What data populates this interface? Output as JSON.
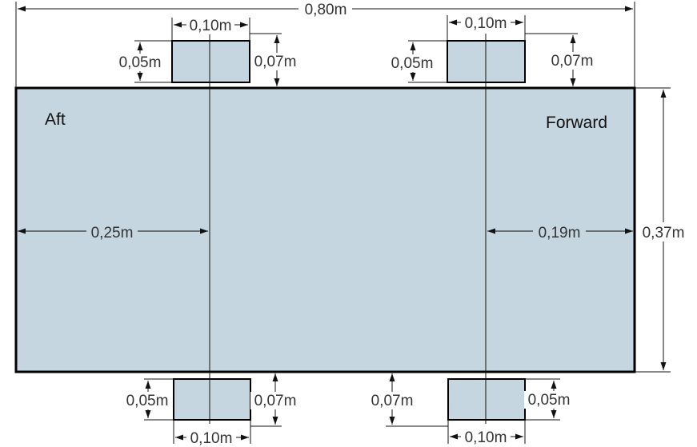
{
  "labels": {
    "aft": "Aft",
    "forward": "Forward"
  },
  "dimensions": {
    "overall_length": "0,80m",
    "overall_width": "0,37m",
    "aft_offset": "0,25m",
    "forward_offset": "0,19m",
    "top_left_block_width": "0,10m",
    "top_left_block_height": "0,05m",
    "top_left_clearance": "0,07m",
    "top_right_block_width": "0,10m",
    "top_right_block_height": "0,05m",
    "top_right_clearance": "0,07m",
    "bottom_left_block_width": "0,10m",
    "bottom_left_block_height": "0,05m",
    "bottom_left_clearance": "0,07m",
    "bottom_right_block_width": "0,10m",
    "bottom_right_block_height": "0,05m",
    "bottom_right_clearance": "0,07m"
  },
  "colors": {
    "body_fill": "#c6d6e0",
    "line": "#000000",
    "dimension_text": "#333333"
  }
}
